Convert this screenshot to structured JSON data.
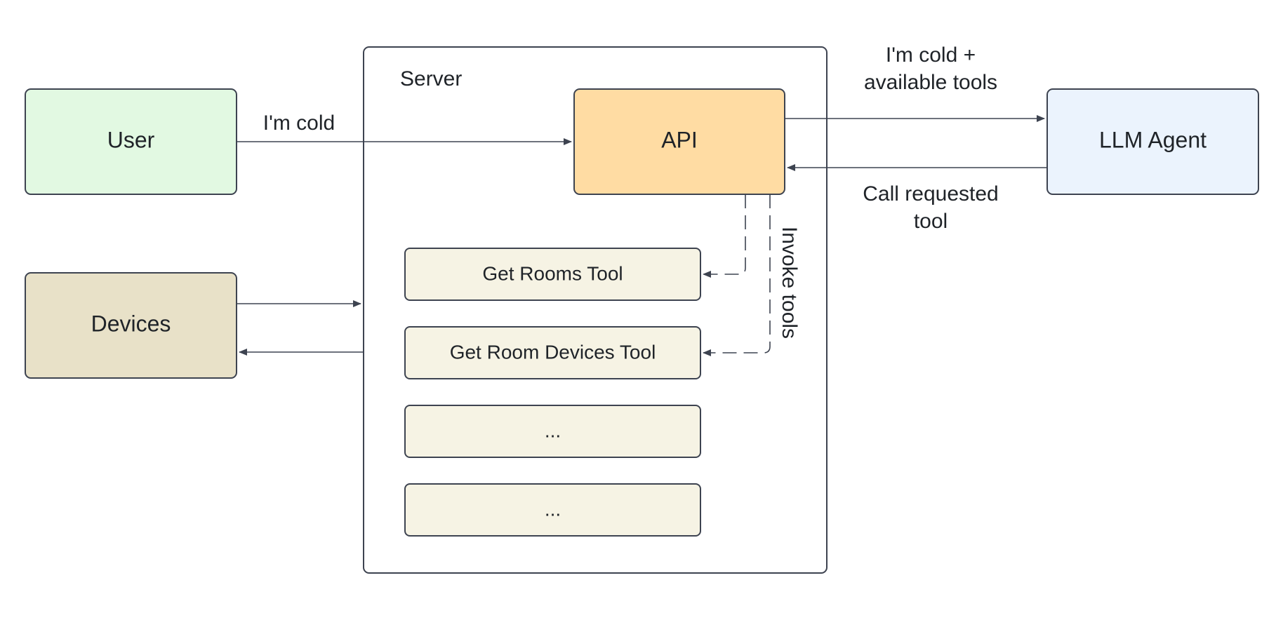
{
  "nodes": {
    "user": {
      "label": "User",
      "fill": "#e2f9e2"
    },
    "devices": {
      "label": "Devices",
      "fill": "#e8e1c8"
    },
    "server": {
      "label": "Server",
      "fill": "#ffffff"
    },
    "api": {
      "label": "API",
      "fill": "#ffdca3"
    },
    "llm_agent": {
      "label": "LLM Agent",
      "fill": "#ebf3fd"
    },
    "tools": [
      {
        "label": "Get Rooms Tool"
      },
      {
        "label": "Get Room Devices Tool"
      },
      {
        "label": "..."
      },
      {
        "label": "..."
      }
    ]
  },
  "edges": {
    "user_to_api": {
      "label": "I'm cold"
    },
    "api_to_llm": {
      "label_line1": "I'm cold +",
      "label_line2": "available tools"
    },
    "llm_to_api": {
      "label_line1": "Call requested",
      "label_line2": "tool"
    },
    "invoke_tools": {
      "label": "Invoke tools"
    }
  },
  "colors": {
    "stroke": "#3d4350",
    "tool_fill": "#f6f3e4",
    "text": "#1f2328"
  }
}
